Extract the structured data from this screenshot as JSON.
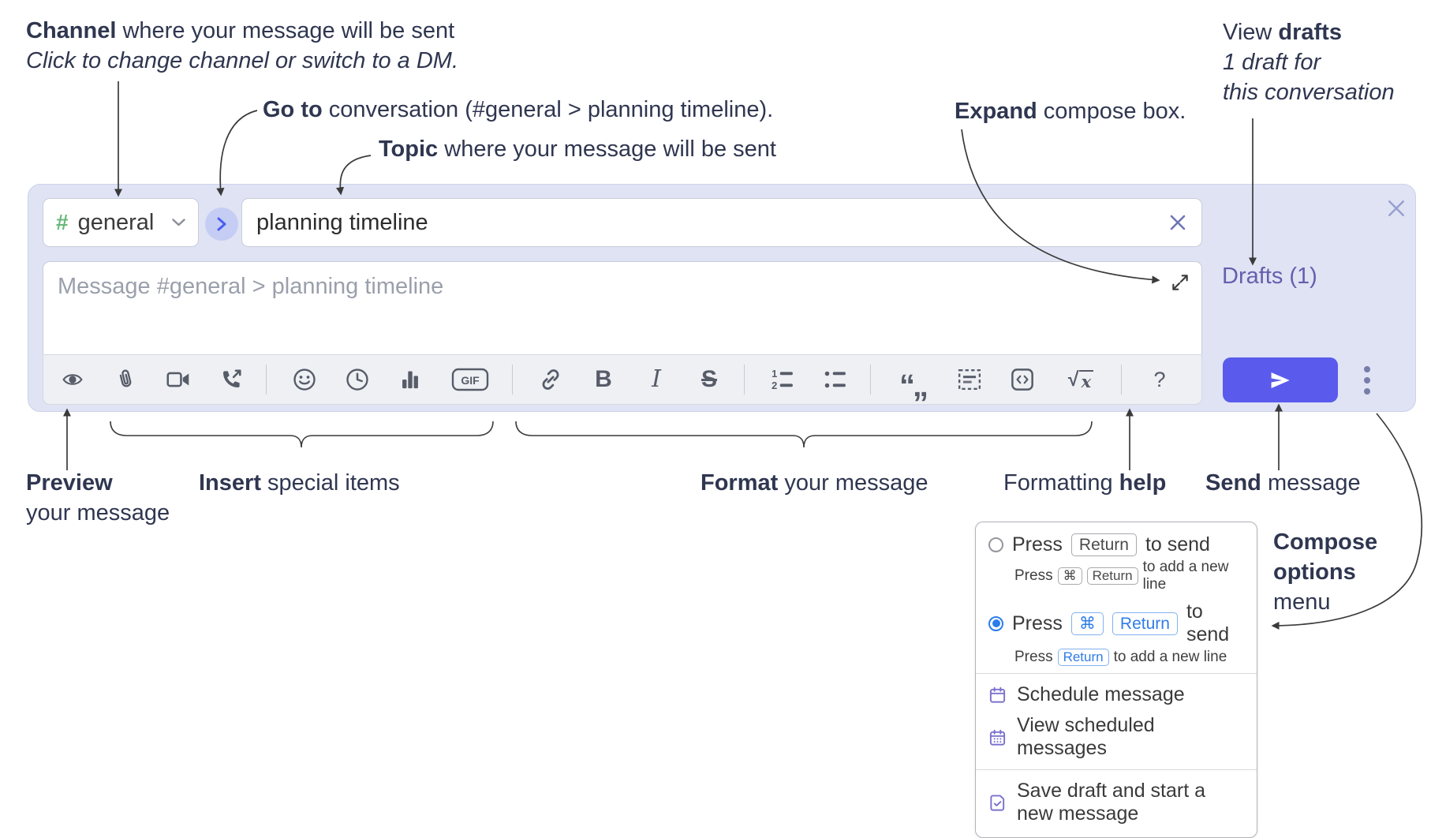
{
  "annotations": {
    "channel": {
      "bold": "Channel",
      "rest": " where your message will be sent",
      "line2": "Click to change channel or switch to a DM."
    },
    "goto": {
      "bold": "Go to",
      "rest": " conversation (#general > planning timeline)."
    },
    "topic": {
      "bold": "Topic",
      "rest": " where your message will be sent"
    },
    "expand": {
      "bold": "Expand",
      "rest": " compose box."
    },
    "view_drafts": {
      "pre": "View ",
      "bold": "drafts",
      "line2": "1 draft for",
      "line3": "this conversation"
    },
    "preview": {
      "bold": "Preview",
      "line2": "your message"
    },
    "insert": {
      "bold": "Insert",
      "rest": " special items"
    },
    "format": {
      "bold": "Format",
      "rest": " your message"
    },
    "help": {
      "pre": "Formatting ",
      "bold": "help"
    },
    "send": {
      "bold": "Send",
      "rest": " message"
    },
    "compose_options": {
      "line1": "Compose",
      "line2": "options",
      "line3": "menu"
    }
  },
  "compose": {
    "channel_hash": "#",
    "channel_name": "general",
    "topic_value": "planning timeline",
    "message_placeholder": "Message #general > planning timeline",
    "drafts_label": "Drafts (1)",
    "toolbar": {
      "gif_label": "GIF",
      "bold_label": "B",
      "italic_label": "I",
      "strike_label": "S",
      "quote_label": "“„",
      "sqrt_sign": "√",
      "sqrt_x": "x",
      "help_label": "?",
      "icons": [
        "preview-eye",
        "attach-paperclip",
        "video-call",
        "audio-call",
        "emoji",
        "time",
        "poll",
        "gif",
        "link",
        "bold",
        "italic",
        "strikethrough",
        "numbered-list",
        "bulleted-list",
        "quote",
        "spoiler",
        "code",
        "math",
        "help"
      ]
    }
  },
  "popup": {
    "option1": {
      "pre": "Press",
      "kbd": "Return",
      "post": "to send",
      "sub_pre": "Press",
      "sub_kbd1": "⌘",
      "sub_kbd2": "Return",
      "sub_post": "to add a new line"
    },
    "option2": {
      "pre": "Press",
      "kbd1": "⌘",
      "kbd2": "Return",
      "post": "to send",
      "sub_pre": "Press",
      "sub_kbd": "Return",
      "sub_post": "to add a new line"
    },
    "items": [
      {
        "label": "Schedule message"
      },
      {
        "label": "View scheduled messages"
      },
      {
        "label": "Save draft and start a new message"
      }
    ]
  },
  "colors": {
    "compose_bg": "#dfe3f4",
    "send_button": "#5a5bec",
    "drafts_link": "#655fad",
    "accent_blue": "#2b7de9",
    "menu_icon_purple": "#7a71ce",
    "annotation_text": "#2f3650",
    "icon_gray": "#565c68"
  }
}
